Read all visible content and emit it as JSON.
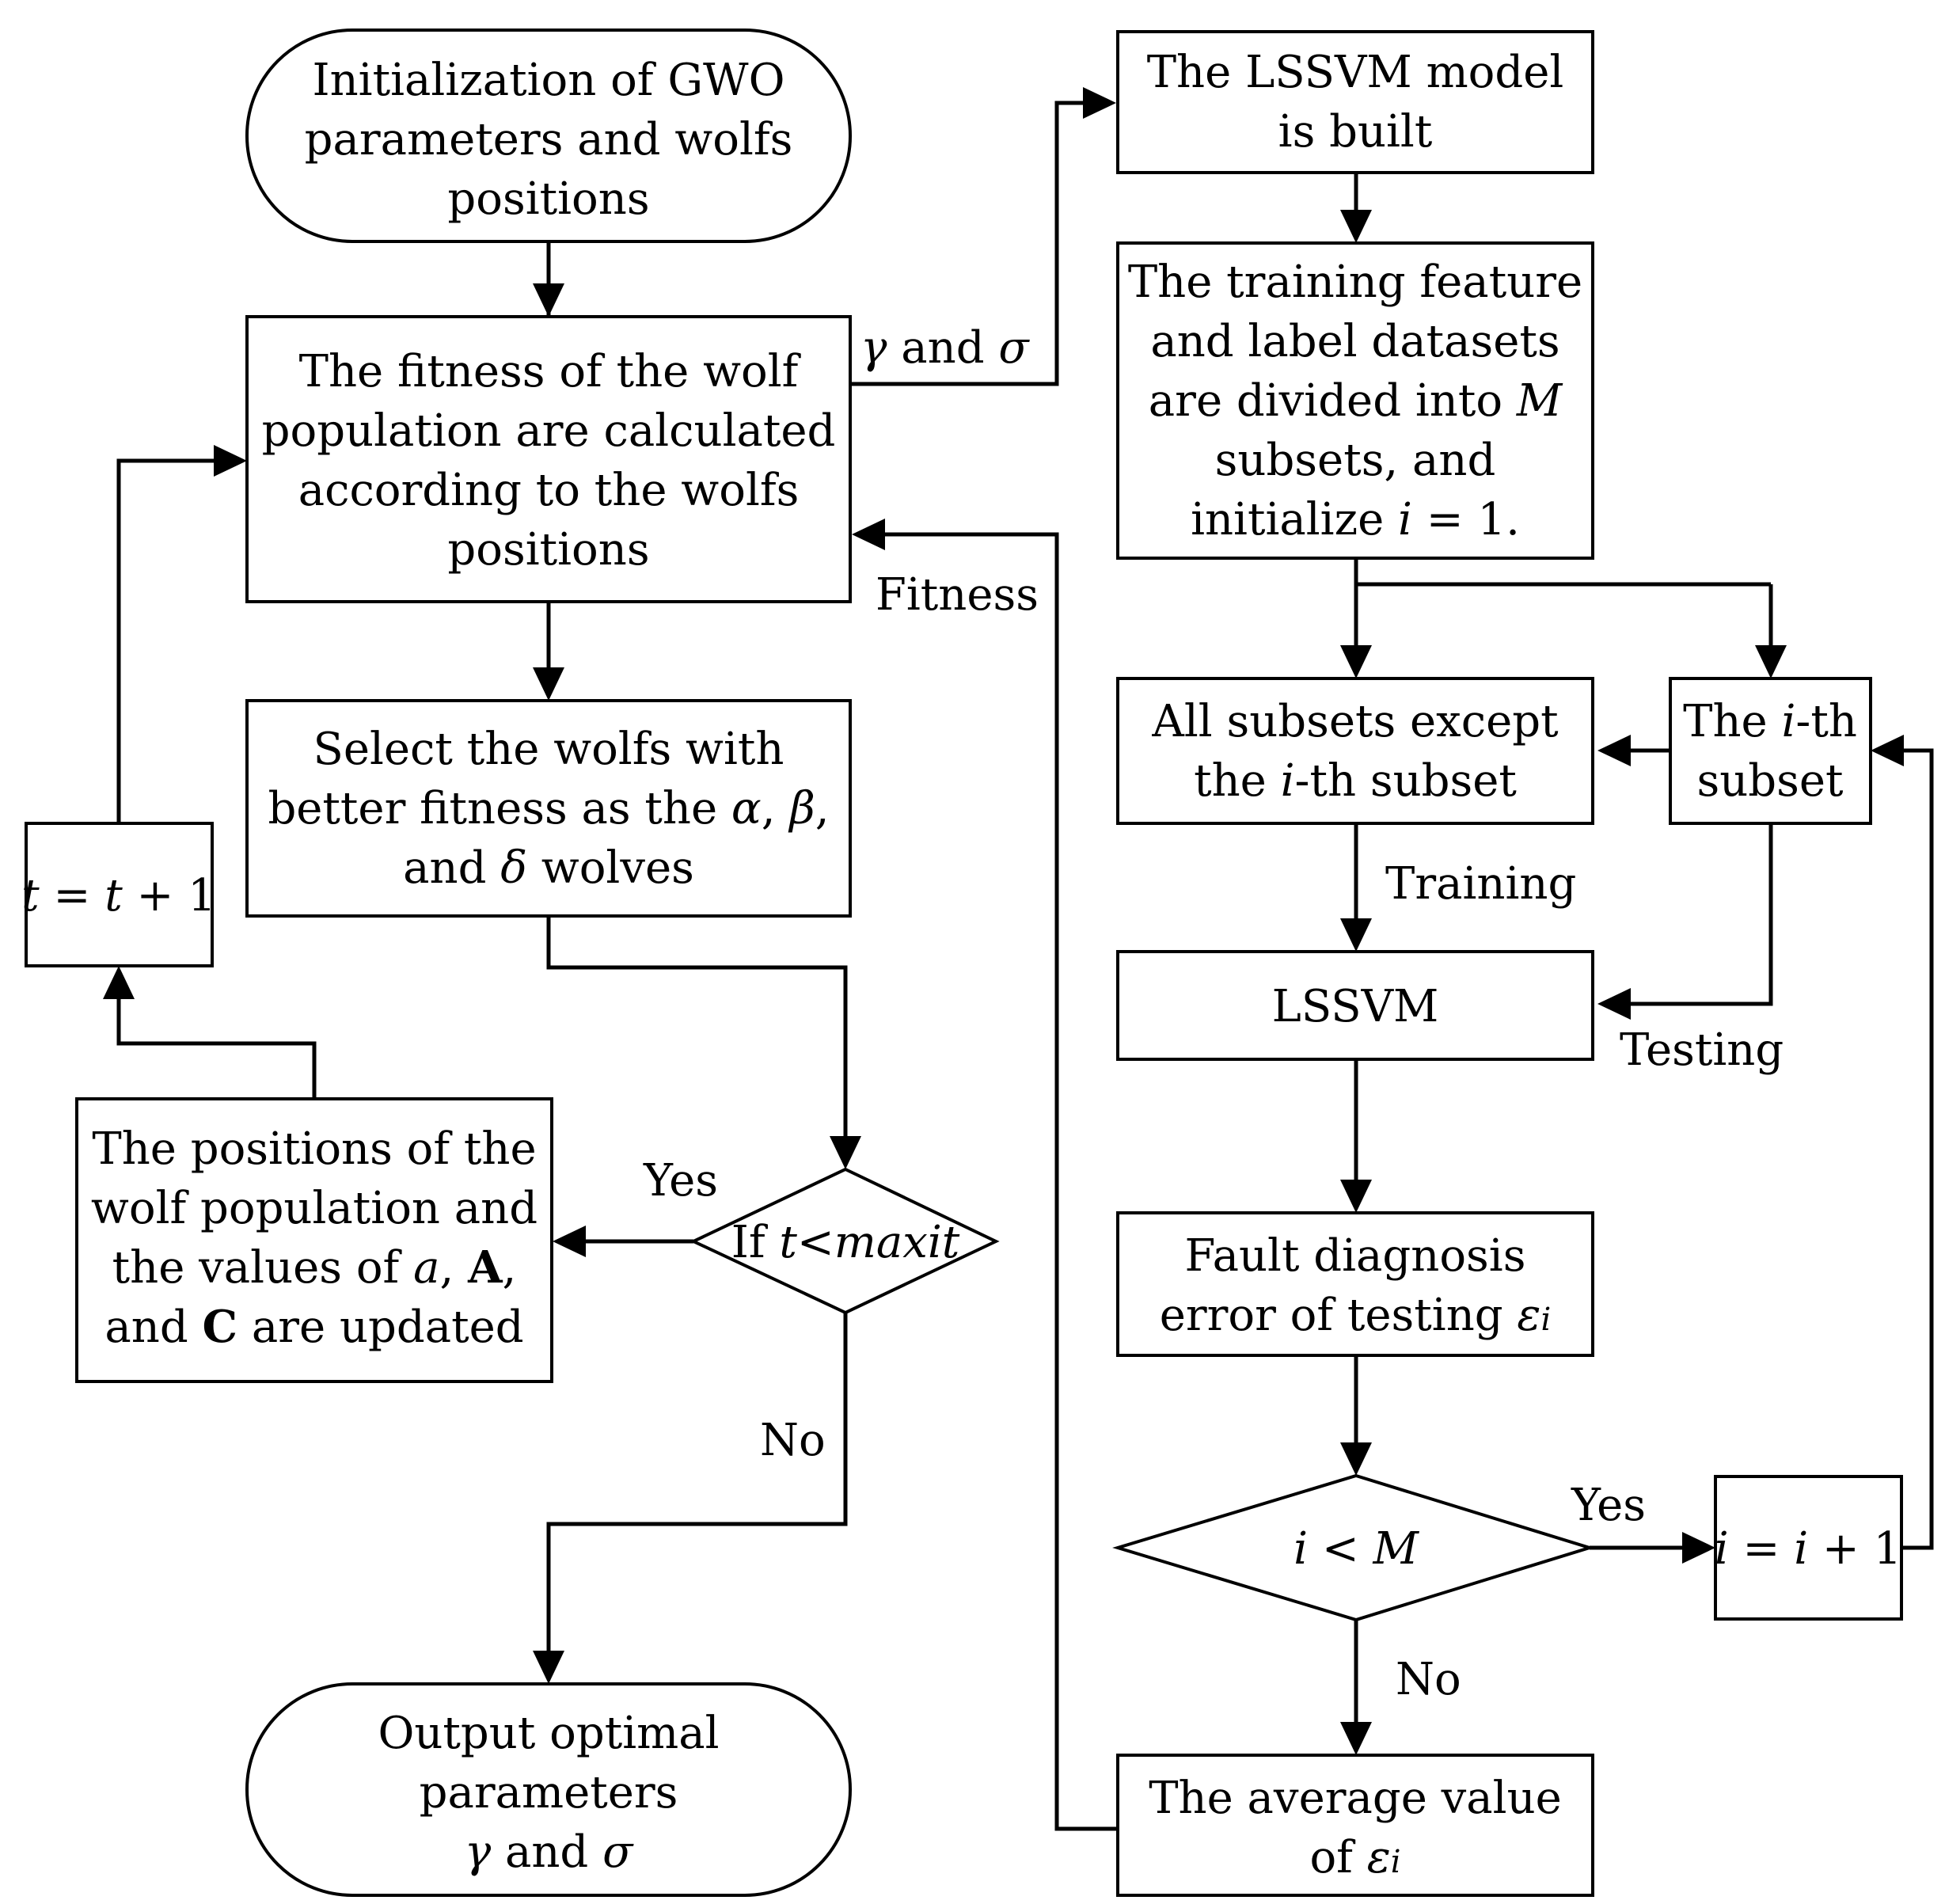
{
  "nodes": {
    "init": [
      "Initialization of GWO",
      "parameters and wolfs",
      "positions"
    ],
    "fitness": [
      "The fitness of the wolf",
      "population are calculated",
      "according to the wolfs",
      "positions"
    ],
    "select": {
      "line1": "Select the wolfs with",
      "line2a": "better fitness as the ",
      "alpha": "α",
      "comma1": ", ",
      "beta": "β",
      "comma2": ",",
      "line3a": "and ",
      "delta": "δ",
      "line3b": " wolves"
    },
    "t_inc": {
      "t1": "t",
      "eq": " = ",
      "t2": "t",
      "plus": " + 1"
    },
    "update": {
      "line1": "The positions of the",
      "line2": "wolf population and",
      "line3a": "the values of ",
      "a": "a",
      "comma": ", ",
      "A": "A",
      "tail": ",",
      "line4a": "and ",
      "C": "C",
      "line4b": " are updated"
    },
    "if_t": {
      "if": "If ",
      "cond": "t<maxit"
    },
    "output": {
      "line1": "Output optimal",
      "line2": "parameters",
      "gamma": "γ",
      "and": " and ",
      "sigma": "σ"
    },
    "lssvm_built": [
      "The LSSVM model",
      "is built"
    ],
    "divide": {
      "line1": "The training feature",
      "line2": "and label datasets",
      "line3a": "are divided into ",
      "M": "M",
      "line4": "subsets, and",
      "line5a": "initialize ",
      "i": "i",
      "line5b": " = 1."
    },
    "all_subsets": {
      "line1": "All subsets except",
      "line2a": "the ",
      "i": "i",
      "line2b": "-th subset"
    },
    "ith_subset": {
      "line1a": "The ",
      "i": "i",
      "line1b": "-th",
      "line2": "subset"
    },
    "lssvm": "LSSVM",
    "fault": {
      "line1": "Fault diagnosis",
      "line2a": "error of testing ",
      "eps": "ε",
      "sub": "i"
    },
    "i_lt_m": {
      "i": "i",
      "lt": " < ",
      "M": "M"
    },
    "i_inc": {
      "i1": "i",
      "eq": " = ",
      "i2": "i",
      "plus": " + 1"
    },
    "average": {
      "line1": "The average value",
      "line2a": "of ",
      "eps": "ε",
      "sub": "i"
    }
  },
  "edge_labels": {
    "gamma_sigma": {
      "gamma": "γ",
      "and": " and ",
      "sigma": "σ"
    },
    "fitness": "Fitness",
    "yes_left": "Yes",
    "no_left": "No",
    "training": "Training",
    "testing": "Testing",
    "yes_right": "Yes",
    "no_right": "No"
  }
}
